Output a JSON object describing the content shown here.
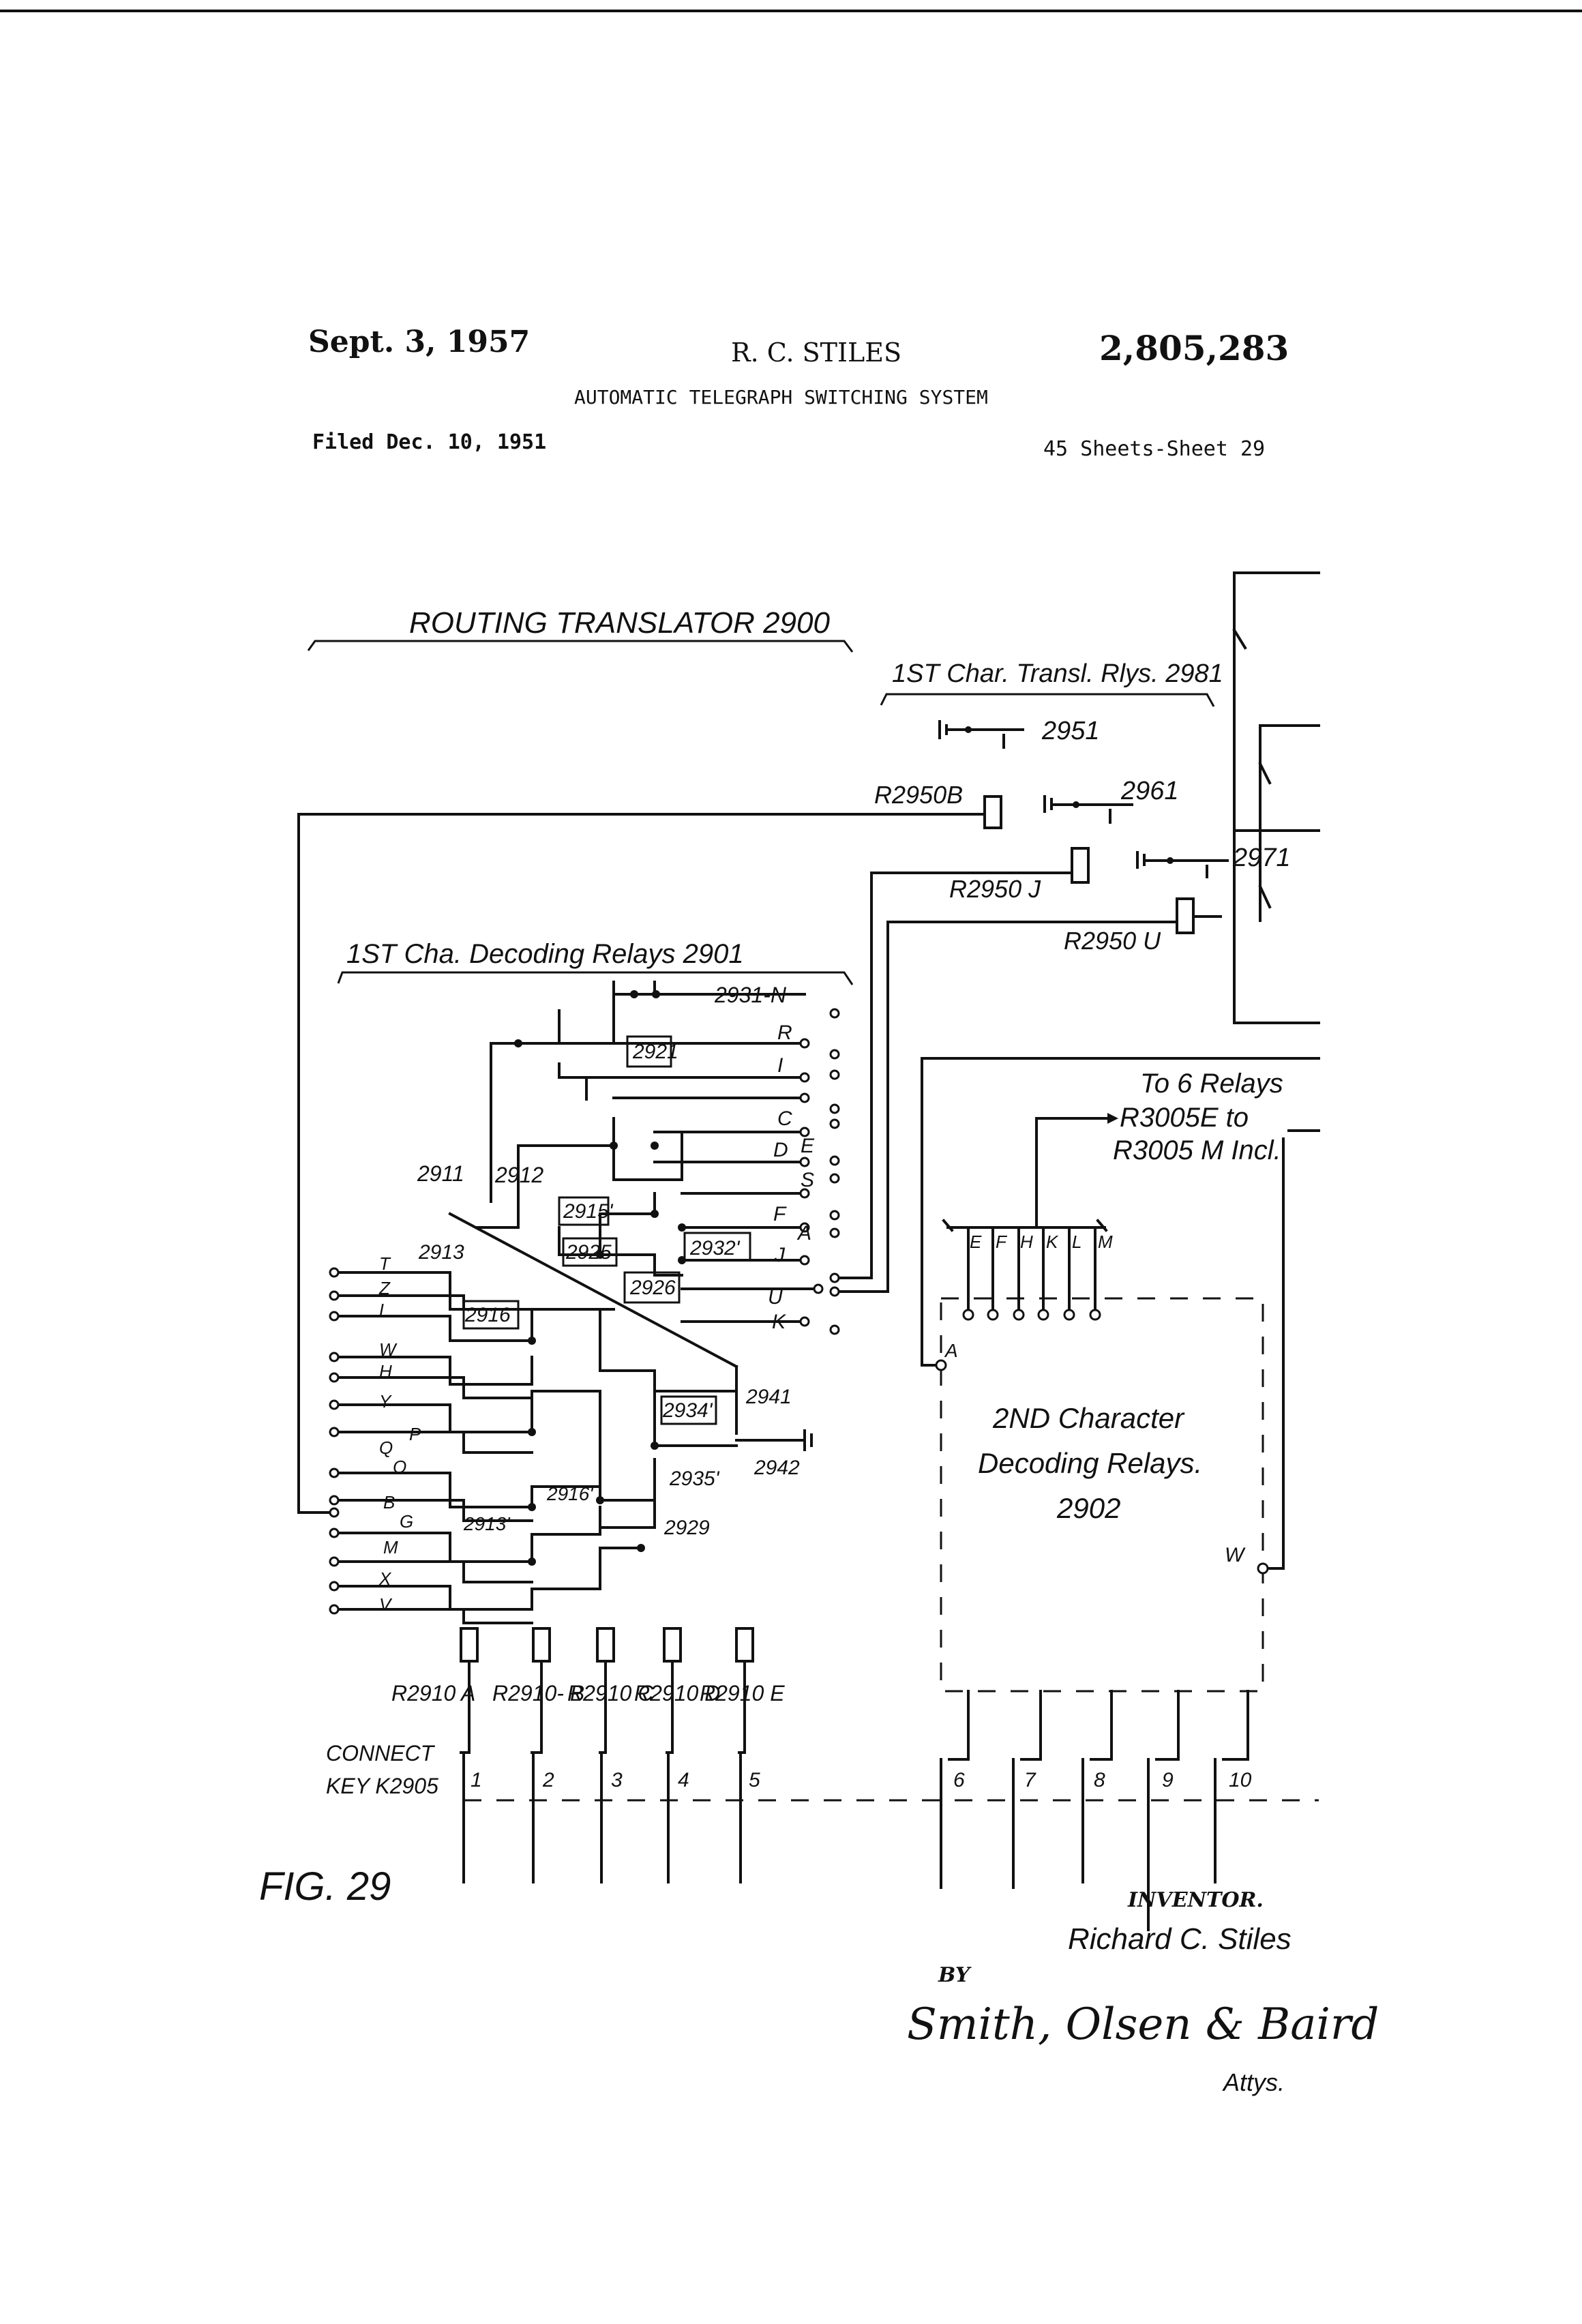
{
  "header": {
    "date": "Sept. 3, 1957",
    "inventor_name": "R. C. STILES",
    "patent_number": "2,805,283",
    "title": "AUTOMATIC TELEGRAPH SWITCHING SYSTEM",
    "filed": "Filed Dec. 10, 1951",
    "sheets": "45 Sheets-Sheet 29"
  },
  "diagram": {
    "routing_translator": "ROUTING TRANSLATOR 2900",
    "char_transl_relays": "1ST Char. Transl. Rlys. 2981",
    "decoding_relays_1": "1ST Cha. Decoding Relays 2901",
    "to_relays": [
      "To 6 Relays",
      "R3005E to",
      "R3005 M Incl."
    ],
    "second_char_block": [
      "2ND Character",
      "Decoding Relays.",
      "2902"
    ],
    "contact_labels": [
      "2951",
      "2961",
      "2971",
      "2931-N",
      "2921",
      "2911",
      "2912",
      "2915'",
      "2925",
      "2932'",
      "2926",
      "2913",
      "2916",
      "2934'",
      "2941",
      "2935'",
      "2942",
      "2916'",
      "2913'",
      "2929"
    ],
    "relay_labels": [
      "R2950B",
      "R2950 J",
      "R2950 U"
    ],
    "letters_right": [
      "R",
      "I",
      "C",
      "E",
      "D",
      "S",
      "F",
      "A",
      "J",
      "U",
      "K"
    ],
    "letters_left": [
      "T",
      "Z",
      "L",
      "W",
      "H",
      "Y",
      "P",
      "Q",
      "O",
      "B",
      "G",
      "M",
      "X",
      "V"
    ],
    "block_inputs": [
      "E",
      "F",
      "H",
      "K",
      "L",
      "M"
    ],
    "block_port_a": "A",
    "block_port_w": "W",
    "coils_bottom": [
      "R2910 A",
      "R2910- B",
      "R2910 C",
      "R2910 D",
      "R2910 E"
    ],
    "connect_key": [
      "CONNECT",
      "KEY K2905"
    ],
    "key_numbers": [
      "1",
      "2",
      "3",
      "4",
      "5",
      "6",
      "7",
      "8",
      "9",
      "10"
    ],
    "fig_label": "FIG. 29"
  },
  "signature": {
    "inventor_heading": "INVENTOR.",
    "inventor": "Richard C. Stiles",
    "by": "BY",
    "firm": "Smith, Olsen & Baird",
    "attys": "Attys."
  }
}
